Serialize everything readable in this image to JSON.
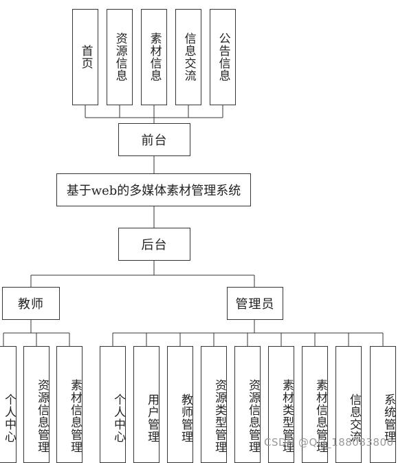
{
  "diagram": {
    "frontend_modules": [
      "首页",
      "资源信息",
      "素材信息",
      "信息交流",
      "公告信息"
    ],
    "frontend": "前台",
    "system": "基于web的多媒体素材管理系统",
    "backend": "后台",
    "teacher": "教师",
    "admin": "管理员",
    "teacher_modules": [
      "个人中心",
      "资源信息管理",
      "素材信息管理"
    ],
    "admin_modules": [
      "个人中心",
      "用户管理",
      "教师管理",
      "资源类型管理",
      "资源信息管理",
      "素材类型管理",
      "素材信息管理",
      "信息交流",
      "系统管理"
    ],
    "watermark": "CSDN @QQ_188083800"
  }
}
